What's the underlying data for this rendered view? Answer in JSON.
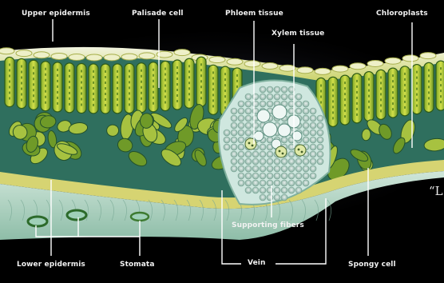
{
  "labels": {
    "upper_epidermis": "Upper epidermis",
    "palisade_cell": "Palisade cell",
    "phloem_tissue": "Phloem tissue",
    "xylem_tissue": "Xylem tissue",
    "chloroplasts": "Chloroplasts",
    "lower_epidermis": "Lower epidermis",
    "stomata": "Stomata",
    "supporting_fibers": "Supporting fibers",
    "vein": "Vein",
    "spongy_cell": "Spongy cell"
  },
  "edge_text": "“L",
  "colors": {
    "background": "#000000",
    "palisade": "#b6c832",
    "palisade_dark": "#3d6a1e",
    "spongy": "#6f9a28",
    "tissue": "#2f6f5e",
    "epidermis": "#d6d472",
    "lower_layer": "#a9d2c2",
    "vein": "#d9ece6",
    "label_line": "#ffffff"
  }
}
